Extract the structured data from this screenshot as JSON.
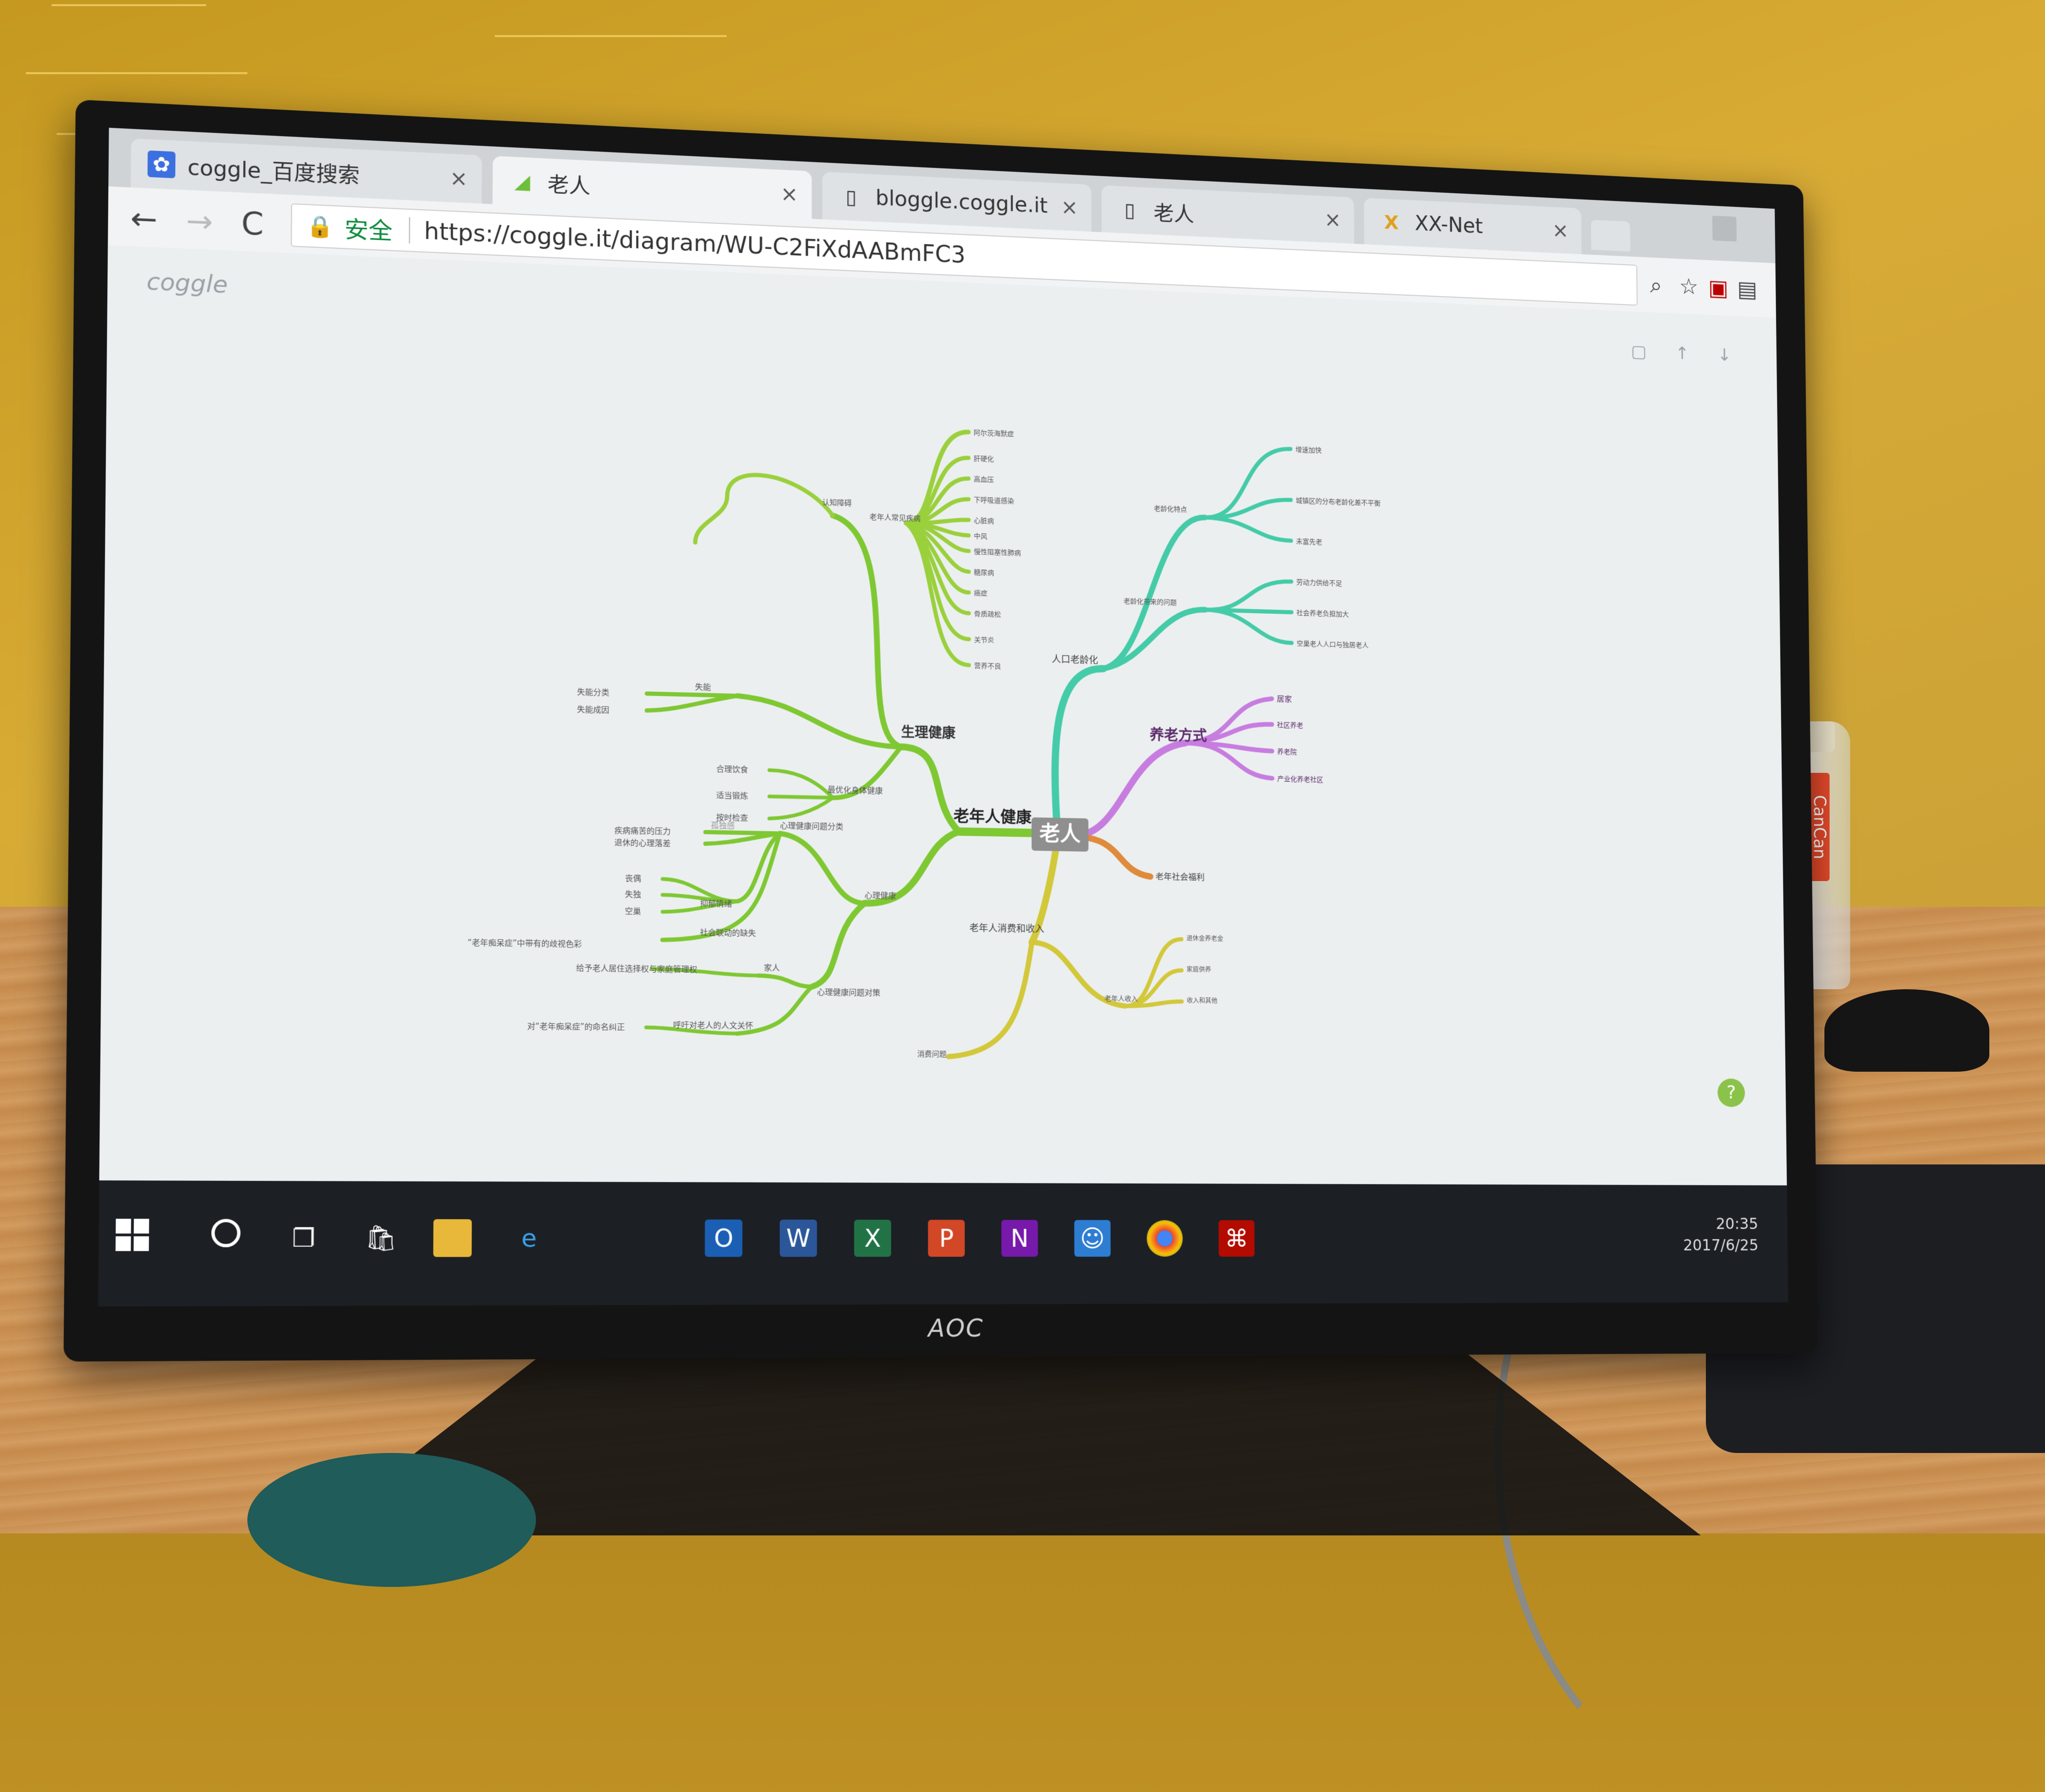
{
  "browser": {
    "tabs": [
      {
        "title": "coggle_百度搜索",
        "icon": "paw-icon"
      },
      {
        "title": "老人",
        "icon": "coggle-icon"
      },
      {
        "title": "bloggle.coggle.it",
        "icon": "page-icon"
      },
      {
        "title": "老人",
        "icon": "page-icon"
      },
      {
        "title": "XX-Net",
        "icon": "xxnet-icon"
      }
    ],
    "tab_close": "×",
    "nav": {
      "back": "←",
      "forward": "→",
      "reload": "C"
    },
    "security_label": "安全",
    "url": "https://coggle.it/diagram/WU-C2FiXdAABmFC3"
  },
  "page": {
    "back_link": "coggle",
    "help": "?"
  },
  "mindmap": {
    "root": "老人",
    "branches": {
      "health": "老年人健康",
      "physical": "生理健康",
      "common_diseases": "老年人常见疾病",
      "cognitive": "认知障碍",
      "diseases": [
        "阿尔茨海默症",
        "肝硬化",
        "高血压",
        "下呼吸道感染",
        "心脏病",
        "中风",
        "慢性阻塞性肺病",
        "糖尿病",
        "癌症",
        "骨质疏松",
        "关节炎",
        "营养不良"
      ],
      "disability": "失能",
      "disability_children": [
        "失能分类",
        "失能成因"
      ],
      "diet_tip": "最优化身体健康",
      "diet_children": [
        "合理饮食",
        "适当锻炼",
        "按时检查"
      ],
      "mental_problem_class": "心理健康问题分类",
      "mental_left": [
        "疾病痛苦的压力",
        "退休的心理落差"
      ],
      "loneliness": "孤独感",
      "mental": "心理健康",
      "depression": "抑郁情绪",
      "depression_children": [
        "丧偶",
        "失独",
        "空巢"
      ],
      "social_link": "社会联动的缺失",
      "quote": "“老年痴呆症”中带有的歧视色彩",
      "mental_solution": "心理健康问题对策",
      "family": "家人",
      "family_child": "给予老人居住选择权与家庭管理权",
      "humanism": "呼吁对老人的人文关怀",
      "humanism_child": "对“老年痴呆症”的命名纠正",
      "aging": "人口老龄化",
      "aging_feature": "老龄化特点",
      "aging_feature_children": [
        "增速加快",
        "城镇区的分布老龄化差不平衡",
        "未富先老"
      ],
      "aging_problem": "老龄化带来的问题",
      "aging_problem_children": [
        "劳动力供给不足",
        "社会养老负担加大",
        "空巢老人人口与独居老人"
      ],
      "pension": "养老方式",
      "pension_children": [
        "居家",
        "社区养老",
        "养老院",
        "产业化养老社区"
      ],
      "welfare": "老年社会福利",
      "consumption": "老年人消费和收入",
      "income": "老年人收入",
      "income_children": [
        "退休金养老金",
        "家庭供养",
        "收入和其他"
      ],
      "consumption_child": "消费问题"
    }
  },
  "taskbar": {
    "clock_time": "20:35",
    "clock_date": "2017/6/25",
    "apps": [
      "O",
      "W",
      "X",
      "P",
      "N"
    ]
  },
  "monitor_brand": "AOC",
  "bottle_label": "CanCan",
  "colors": {
    "green": "#7ec832",
    "teal": "#44cba8",
    "purple": "#c77de0",
    "orange": "#e08a3c",
    "yellow": "#d2c83a",
    "taskbar": "#1c1f24"
  }
}
